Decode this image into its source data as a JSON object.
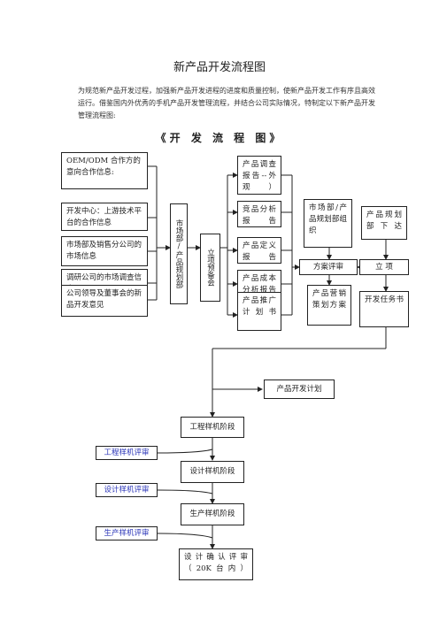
{
  "title": "新产品开发流程图",
  "intro": "为规范新产品开发过程，加强新产品开发进程的进度和质量控制，使新产品开发工作有序且高效运行。借鉴国内外优秀的手机产品开发管理流程，并结合公司实际情况，特制定以下新产品开发管理流程图:",
  "flow_title": "《开 发 流 程 图》",
  "inputs": [
    "OEM/ODM 合作方的意向合作信息:",
    "开发中心：上游技术平台的合作信息",
    "市场部及销售分公司的市场信息",
    "调研公司的市场调查信息",
    "公司领导及董事会的新品开发意见"
  ],
  "market_dept": "市场部/产品规划部",
  "prep": "立项预备会",
  "reports": [
    "产品调查报告--外观）",
    "竞品分析报告",
    "产品定义报告",
    "产品成本分析报告",
    "产品推广计划书"
  ],
  "planning_org": "市场部/产品规划部组织",
  "plan_review": "方案评审",
  "marketing_plan": "产品营销策划方案",
  "product_plan_issue": "产品规划部下达",
  "project": "立 项",
  "dev_task": "开发任务书",
  "dev_plan": "产品开发计划",
  "stages": [
    "工程样机阶段",
    "设计样机阶段",
    "生产样机阶段"
  ],
  "reviews": [
    "工程样机评审",
    "设计样机评审",
    "生产样机评审"
  ],
  "confirm_review": "设计确认评审（20K台内）",
  "colors": {
    "line": "#222222",
    "review_text": "#2a34b8"
  }
}
